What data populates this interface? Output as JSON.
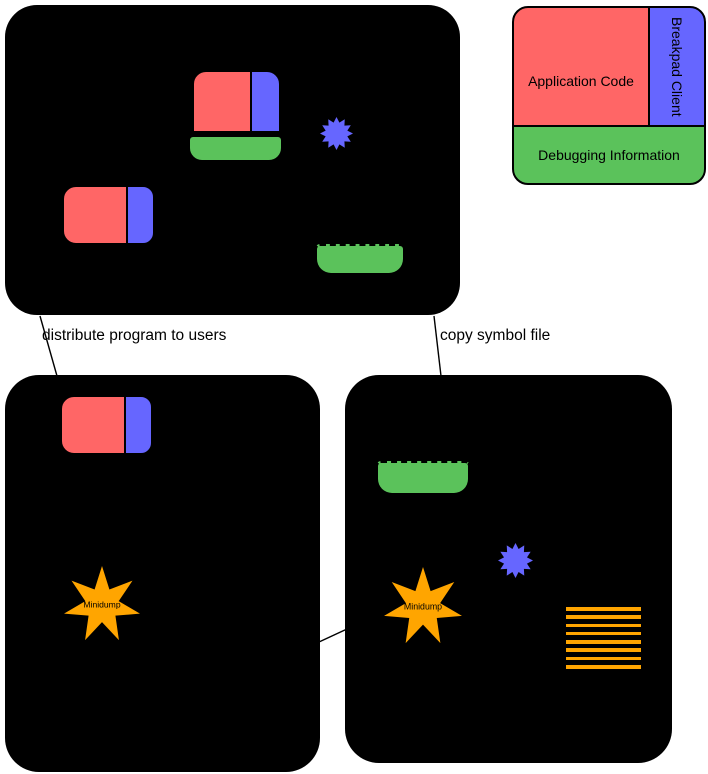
{
  "legend": {
    "application_code": "Application Code",
    "breakpad_client": "Breakpad Client",
    "debugging_information": "Debugging Information"
  },
  "edges": {
    "distribute_label": "distribute program to users",
    "copy_symbol_label": "copy symbol file"
  },
  "nodes": {
    "minidump_left": "Minidump",
    "minidump_right": "Minidump"
  },
  "colors": {
    "red": "#FF6666",
    "blue": "#6666FF",
    "green": "#5BC25B",
    "orange": "#FFA500",
    "box": "#000000",
    "background": "#FFFFFF"
  },
  "stack_trace": {
    "line_count": 8
  }
}
